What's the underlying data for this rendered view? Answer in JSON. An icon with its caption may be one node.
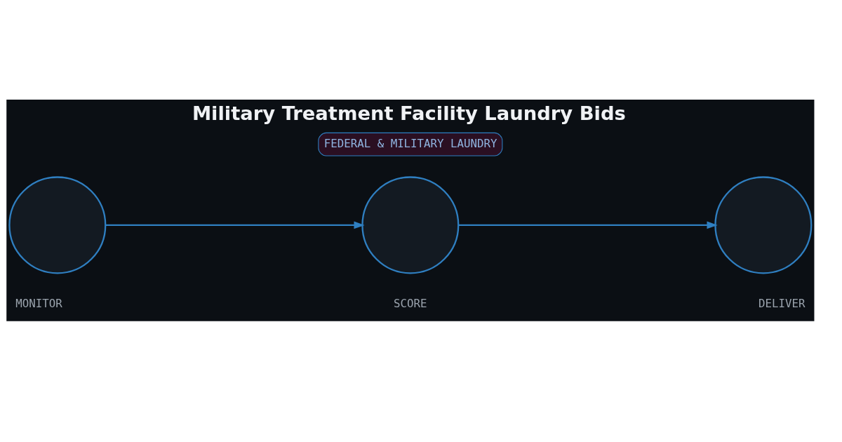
{
  "diagram": {
    "title": "Military Treatment Facility Laundry Bids",
    "nodes": [
      {
        "text": [],
        "shape": "circle",
        "beside": [
          "MONITOR"
        ]
      },
      {
        "text": [],
        "shape": "circle",
        "beside": [
          "SCORE"
        ]
      },
      {
        "text": [],
        "shape": "circle",
        "beside": [
          "DELIVER"
        ]
      }
    ],
    "edges": [
      {
        "from": 0,
        "to": 1,
        "arrow": "to"
      },
      {
        "from": 1,
        "to": 2,
        "arrow": "to"
      }
    ],
    "labels": [
      "FEDERAL & MILITARY LAUNDRY"
    ]
  }
}
